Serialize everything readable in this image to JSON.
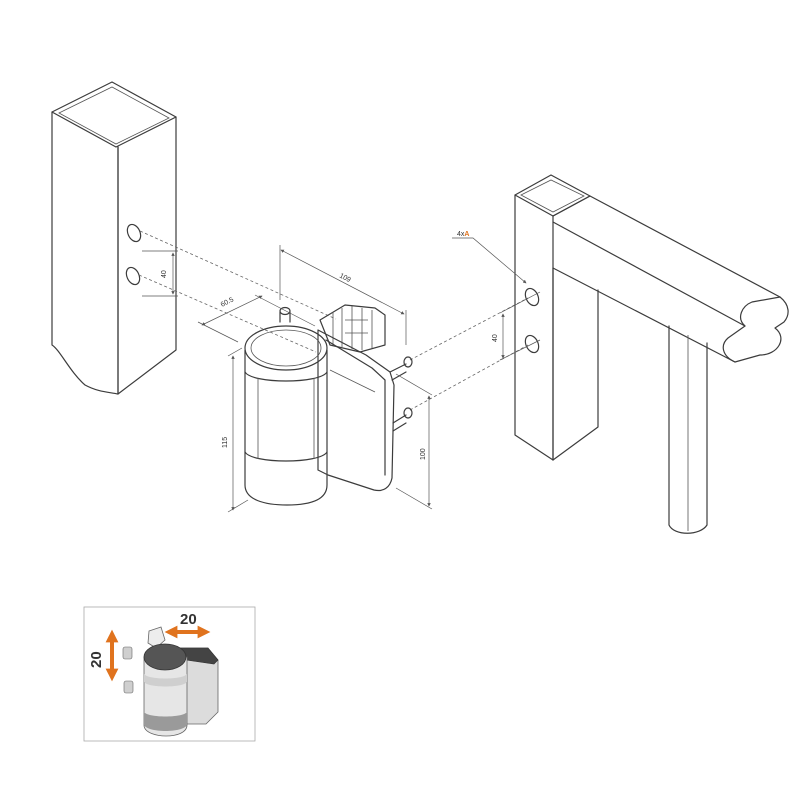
{
  "dimensions": {
    "hole_spacing_post": "40",
    "depth_total": "109",
    "offset": "60.5",
    "height_barrel": "115",
    "height_plate": "100",
    "hole_spacing_frame": "40"
  },
  "callout": {
    "count": "4x",
    "letter": "A",
    "letter_color": "#e0731e"
  },
  "inset": {
    "vertical_adjust": "20",
    "horizontal_adjust": "20",
    "arrow_color": "#e0731e"
  }
}
